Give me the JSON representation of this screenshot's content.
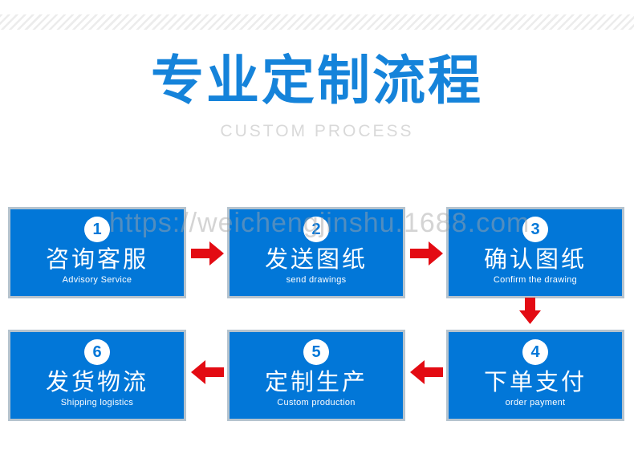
{
  "header": {
    "title": "专业定制流程",
    "subtitle": "CUSTOM PROCESS"
  },
  "watermark": "https://weichengjinshu.1688.com",
  "steps": [
    {
      "number": "1",
      "title": "咨询客服",
      "subtitle": "Advisory Service"
    },
    {
      "number": "2",
      "title": "发送图纸",
      "subtitle": "send drawings"
    },
    {
      "number": "3",
      "title": "确认图纸",
      "subtitle": "Confirm the drawing"
    },
    {
      "number": "4",
      "title": "下单支付",
      "subtitle": "order payment"
    },
    {
      "number": "5",
      "title": "定制生产",
      "subtitle": "Custom production"
    },
    {
      "number": "6",
      "title": "发货物流",
      "subtitle": "Shipping logistics"
    }
  ],
  "colors": {
    "box_blue": "#0277d8",
    "box_border": "#b5c3ce",
    "arrow_red": "#e30b13",
    "title_blue": "#1583da",
    "subtitle_gray": "#d9d9d9",
    "stripe_gray": "#ececec",
    "watermark_gray": "#a5a5a5"
  }
}
